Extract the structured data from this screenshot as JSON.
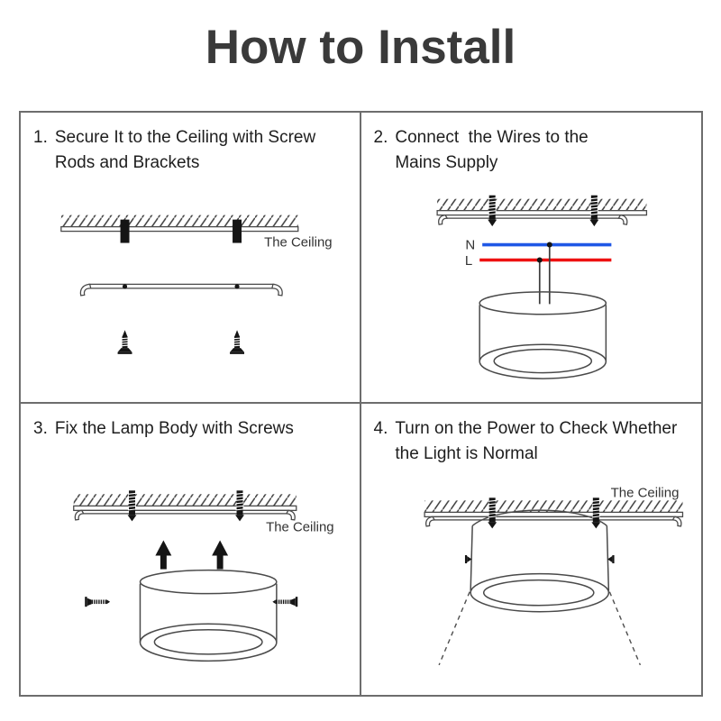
{
  "title": "How to Install",
  "colors": {
    "wire_n": "#1f57e6",
    "wire_l": "#ee1111",
    "label_n": "#4d78dd",
    "label_l": "#f29a9a"
  },
  "panels": [
    {
      "number": "1.",
      "lines": [
        "Secure It to the Ceiling with Screw",
        "Rods and Brackets"
      ],
      "ceiling_label": "The Ceiling"
    },
    {
      "number": "2.",
      "lines": [
        "Connect  the Wires to the",
        "Mains Supply"
      ],
      "wire_labels": {
        "neutral": "N",
        "live": "L"
      }
    },
    {
      "number": "3.",
      "lines": [
        "Fix the Lamp Body with Screws"
      ],
      "ceiling_label": "The Ceiling"
    },
    {
      "number": "4.",
      "lines": [
        "Turn on the Power to Check Whether",
        "the Light is Normal"
      ],
      "ceiling_label": "The Ceiling"
    }
  ]
}
